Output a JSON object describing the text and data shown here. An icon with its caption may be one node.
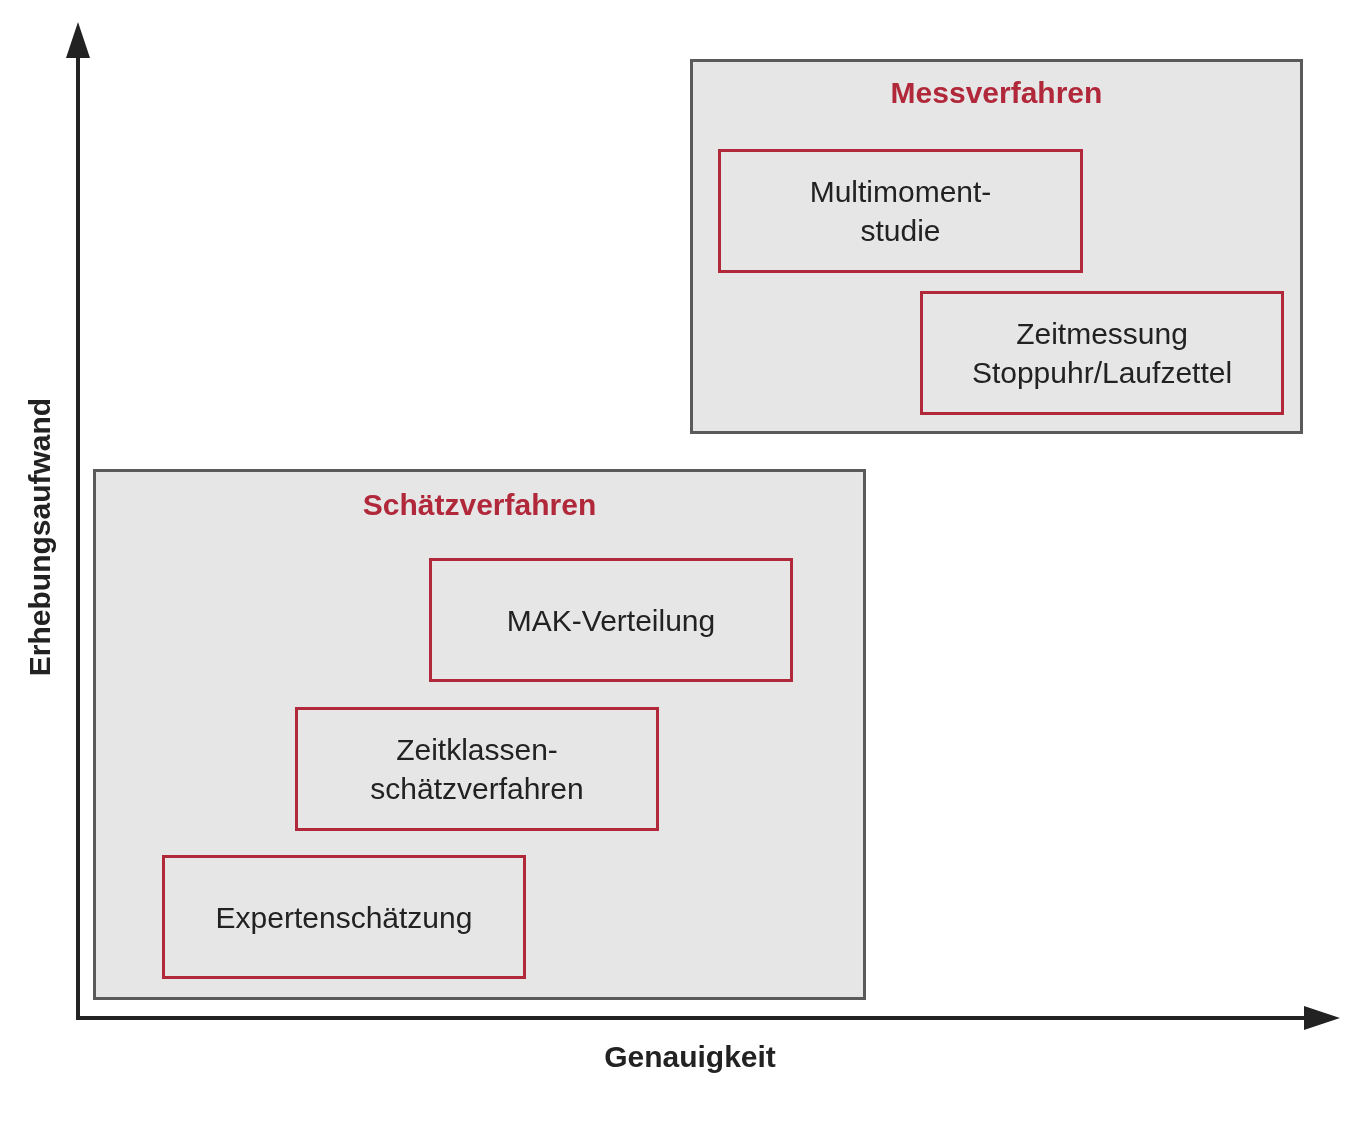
{
  "diagram": {
    "nodes": [
      {
        "text": [
          "Messverfahren"
        ]
      },
      {
        "text": [
          "Multimoment- studie"
        ],
        "in": 0
      },
      {
        "text": [
          "Zeitmessung Stoppuhr/Laufzettel"
        ],
        "in": 0
      },
      {
        "text": [
          "Schätzverfahren"
        ]
      },
      {
        "text": [
          "MAK-Verteilung"
        ],
        "in": 3
      },
      {
        "text": [
          "Zeitklassen- schätzverfahren"
        ],
        "in": 3
      },
      {
        "text": [
          "Expertenschätzung"
        ],
        "in": 3
      }
    ],
    "edges": [],
    "labels": [
      "Erhebungsaufwand",
      "Genauigkeit"
    ]
  }
}
